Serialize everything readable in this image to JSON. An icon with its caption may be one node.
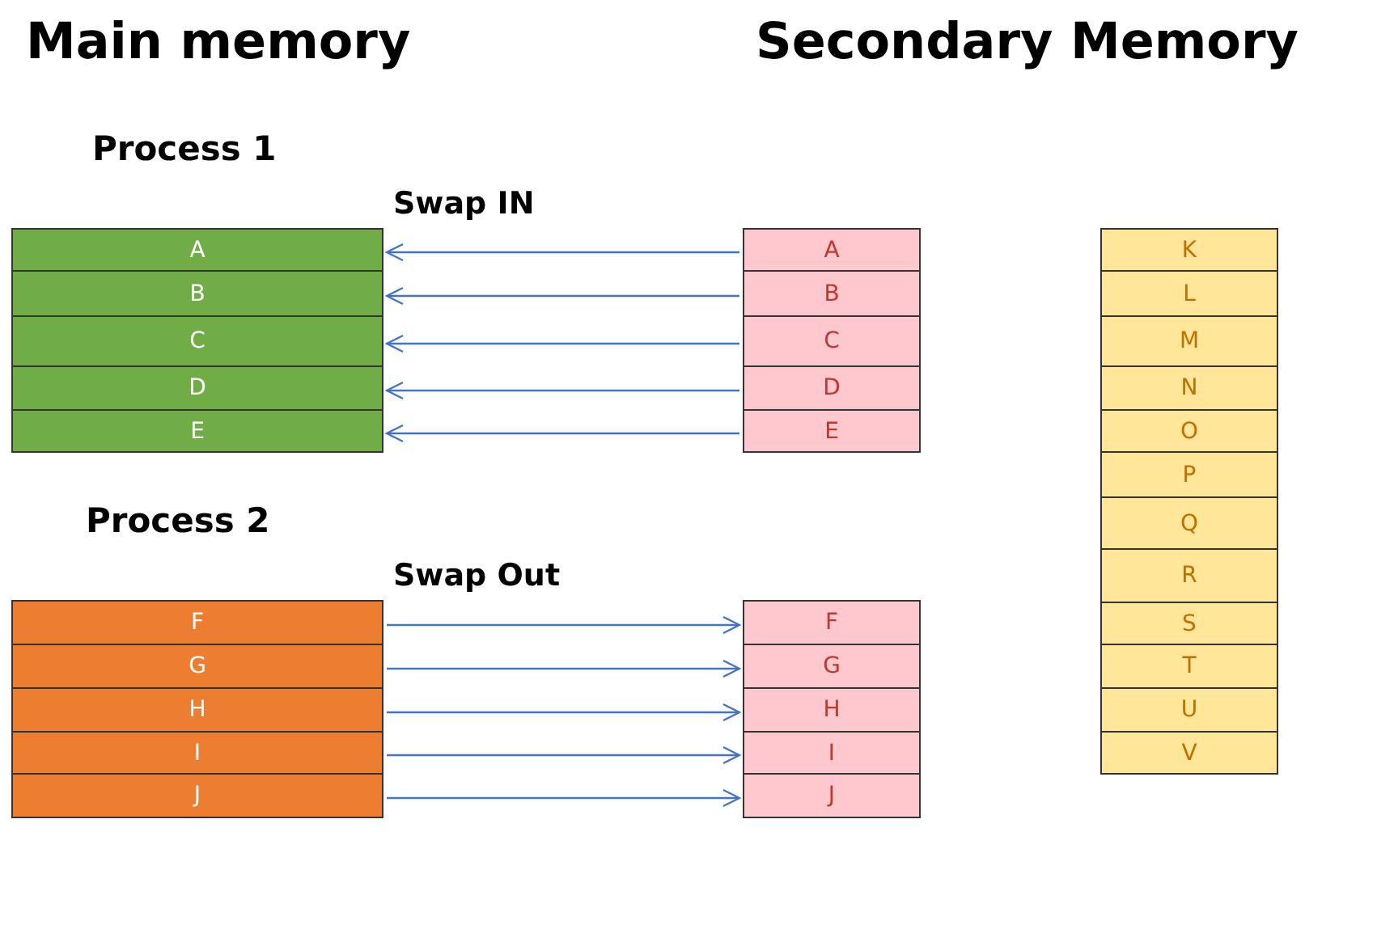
{
  "diagram": {
    "nodes": [
      {
        "text": [
          "A"
        ]
      },
      {
        "text": [
          "B"
        ]
      },
      {
        "text": [
          "C"
        ]
      },
      {
        "text": [
          "D"
        ]
      },
      {
        "text": [
          "E"
        ]
      },
      {
        "text": [
          "F"
        ]
      },
      {
        "text": [
          "G"
        ]
      },
      {
        "text": [
          "H"
        ]
      },
      {
        "text": [
          "I"
        ]
      },
      {
        "text": [
          "J"
        ]
      },
      {
        "text": [
          "A"
        ]
      },
      {
        "text": [
          "B"
        ]
      },
      {
        "text": [
          "C"
        ]
      },
      {
        "text": [
          "D"
        ]
      },
      {
        "text": [
          "E"
        ]
      },
      {
        "text": [
          "F"
        ]
      },
      {
        "text": [
          "G"
        ]
      },
      {
        "text": [
          "H"
        ]
      },
      {
        "text": [
          "I"
        ]
      },
      {
        "text": [
          "J"
        ]
      },
      {
        "text": [
          "K"
        ]
      },
      {
        "text": [
          "L"
        ]
      },
      {
        "text": [
          "M"
        ]
      },
      {
        "text": [
          "N"
        ]
      },
      {
        "text": [
          "O"
        ]
      },
      {
        "text": [
          "P"
        ]
      },
      {
        "text": [
          "Q"
        ]
      },
      {
        "text": [
          "R"
        ]
      },
      {
        "text": [
          "S"
        ]
      },
      {
        "text": [
          "T"
        ]
      },
      {
        "text": [
          "U"
        ]
      },
      {
        "text": [
          "V"
        ]
      }
    ],
    "edges": [
      {
        "from": 10,
        "to": 0,
        "arrow": "to"
      },
      {
        "from": 11,
        "to": 1,
        "arrow": "to"
      },
      {
        "from": 12,
        "to": 2,
        "arrow": "to"
      },
      {
        "from": 13,
        "to": 3,
        "arrow": "to"
      },
      {
        "from": 14,
        "to": 4,
        "arrow": "to"
      },
      {
        "from": 5,
        "to": 15,
        "arrow": "to"
      },
      {
        "from": 6,
        "to": 16,
        "arrow": "to"
      },
      {
        "from": 7,
        "to": 17,
        "arrow": "to"
      },
      {
        "from": 8,
        "to": 18,
        "arrow": "to"
      },
      {
        "from": 9,
        "to": 19,
        "arrow": "to"
      }
    ],
    "labels": [
      "Main memory",
      "Secondary Memory",
      "Process 1",
      "Swap IN",
      "Process 2",
      "Swap Out"
    ]
  }
}
